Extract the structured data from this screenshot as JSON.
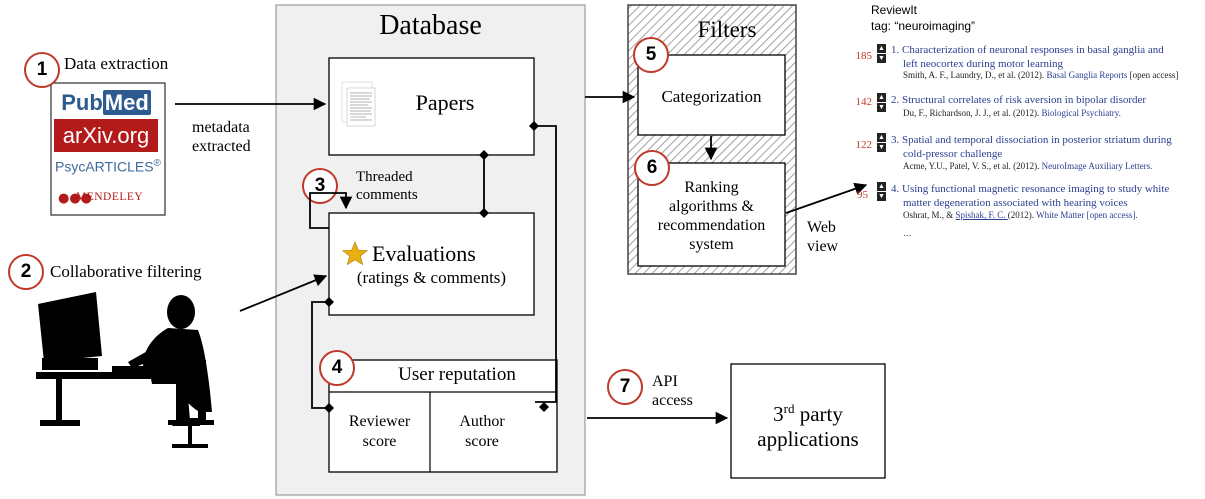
{
  "database": {
    "title": "Database"
  },
  "filters": {
    "title": "Filters"
  },
  "steps": {
    "s1": {
      "number": "1",
      "label": "Data extraction"
    },
    "s2": {
      "number": "2",
      "label": "Collaborative filtering"
    },
    "s3": {
      "number": "3",
      "label_line1": "Threaded",
      "label_line2": "comments"
    },
    "s4": {
      "number": "4"
    },
    "s5": {
      "number": "5"
    },
    "s6": {
      "number": "6"
    },
    "s7": {
      "number": "7",
      "label_line1": "API",
      "label_line2": "access"
    }
  },
  "sources": {
    "pubmed_pre": "Pub",
    "pubmed_med": "Med",
    "arxiv": "arXiv.org",
    "psyc": "PsycARTICLES",
    "psyc_reg": "®",
    "mendeley": "MENDELEY"
  },
  "labels": {
    "metadata_line1": "metadata",
    "metadata_line2": "extracted",
    "web_line1": "Web",
    "web_line2": "view"
  },
  "boxes": {
    "papers": "Papers",
    "evaluations_title": "Evaluations",
    "evaluations_sub": "(ratings & comments)",
    "user_reputation": "User reputation",
    "reviewer_line1": "Reviewer",
    "reviewer_line2": "score",
    "author_line1": "Author",
    "author_line2": "score",
    "categorization": "Categorization",
    "ranking_line1": "Ranking",
    "ranking_line2": "algorithms &",
    "ranking_line3": "recommendation",
    "ranking_line4": "system",
    "third_pre": "3",
    "third_sup": "rd",
    "third_line1_rest": " party",
    "third_line2": "applications"
  },
  "reviewit": {
    "app_name": "ReviewIt",
    "tag": "tag: “neuroimaging”",
    "items": [
      {
        "score": "185",
        "title_line1": "1. Characterization of neuronal responses in basal ganglia and",
        "title_line2": "left neocortex during motor learning",
        "authors": "Smith, A. F., Laundry, D., et al. (2012). ",
        "journal": "Basal Ganglia Reports",
        "extra": " [open access]"
      },
      {
        "score": "142",
        "title_line1": "2. Structural correlates of risk aversion in bipolar disorder",
        "authors": "Du, F., Richardson, J. J., et al. (2012). ",
        "journal": "Biological Psychiatry."
      },
      {
        "score": "122",
        "title_line1": "3. Spatial and temporal dissociation in posterior striatum during",
        "title_line2": "cold-pressor challenge",
        "authors": "Acme, Y.U., Patel, V. S., et al. (2012). ",
        "journal": "NeuroImage Auxiliary Letters."
      },
      {
        "score": "95",
        "title_line1": "4. Using functional magnetic resonance imaging to study white",
        "title_line2": "matter degeneration associated with hearing voices",
        "authors_pre": "Oshrat, M., & ",
        "authors_ul": "Spishak, F. C. ",
        "authors_post": "(2012). ",
        "journal": "White Matter [open access]."
      }
    ],
    "ellipsis": "..."
  },
  "colors": {
    "accent_red": "#c0392b",
    "link_blue": "#2a3f8f",
    "database_fill": "#f0f0f0",
    "star": "#e8b010"
  }
}
